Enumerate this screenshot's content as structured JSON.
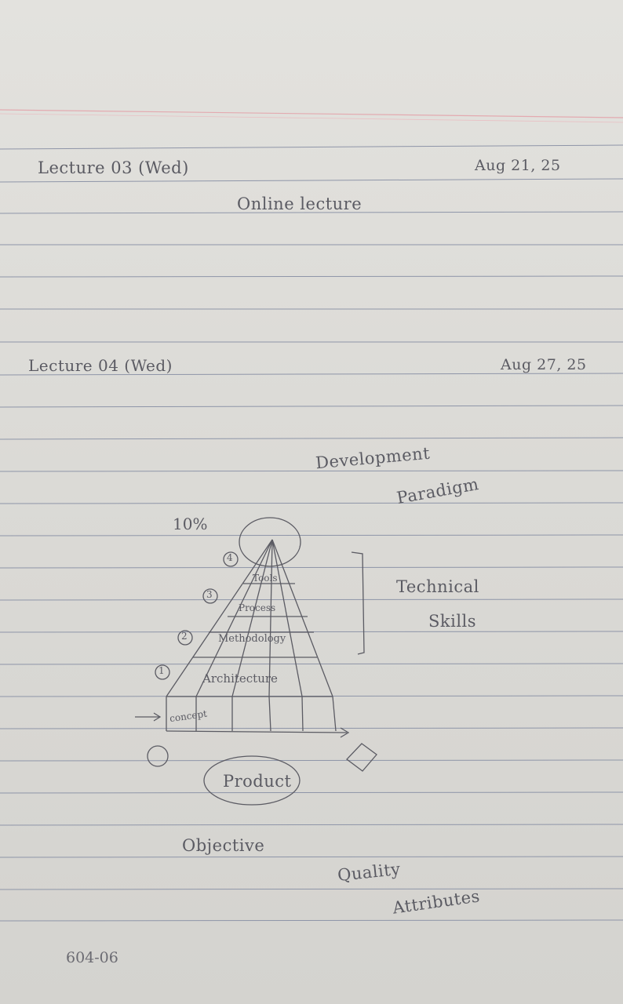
{
  "lecture03": {
    "title": "Lecture 03 (Wed)",
    "date": "Aug 21, 25",
    "note": "Online lecture"
  },
  "lecture04": {
    "title": "Lecture 04 (Wed)",
    "date": "Aug 27, 25",
    "heading_line1": "Development",
    "heading_line2": "Paradigm",
    "percent": "10%",
    "pyramid": {
      "levels": [
        {
          "number": "4",
          "label": "Tools"
        },
        {
          "number": "3",
          "label": "Process"
        },
        {
          "number": "2",
          "label": "Methodology"
        },
        {
          "number": "1",
          "label": "Architecture"
        }
      ],
      "base": "concept"
    },
    "bracket_line1": "Technical",
    "bracket_line2": "Skills",
    "product": "Product",
    "objective": "Objective",
    "quality_line1": "Quality",
    "quality_line2": "Attributes"
  },
  "page_code": "604-06"
}
